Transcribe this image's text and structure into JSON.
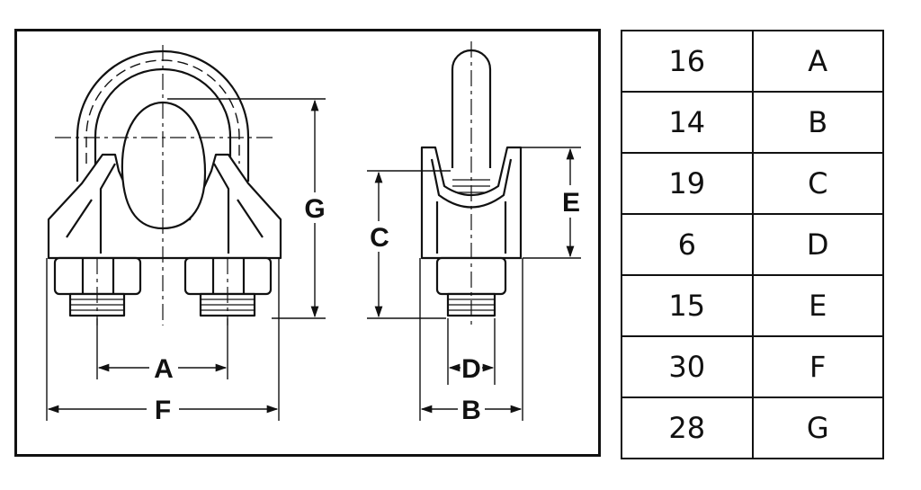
{
  "drawing": {
    "labels": {
      "A": "A",
      "F": "F",
      "G": "G",
      "C": "C",
      "E": "E",
      "D": "D",
      "B": "B"
    }
  },
  "table": {
    "rows": [
      {
        "value": "16",
        "letter": "A"
      },
      {
        "value": "14",
        "letter": "B"
      },
      {
        "value": "19",
        "letter": "C"
      },
      {
        "value": "6",
        "letter": "D"
      },
      {
        "value": "15",
        "letter": "E"
      },
      {
        "value": "30",
        "letter": "F"
      },
      {
        "value": "28",
        "letter": "G"
      }
    ]
  }
}
